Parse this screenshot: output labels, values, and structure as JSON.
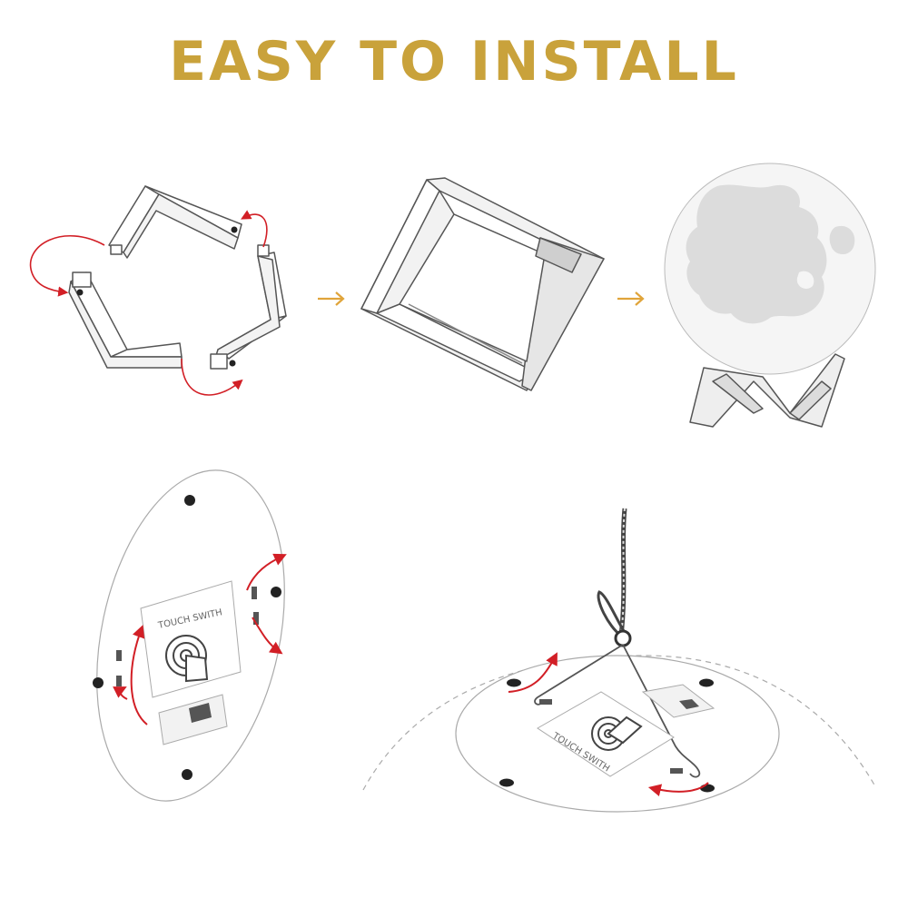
{
  "title": "EASY TO INSTALL",
  "colors": {
    "title": "#c9a23b",
    "arrow_red": "#d21f26",
    "step_arrow": "#e0a43a",
    "outline": "#555555",
    "moon_shade": "#dcdcdc"
  },
  "steps": [
    {
      "name": "assemble-stand-pieces"
    },
    {
      "name": "stand-assembled"
    },
    {
      "name": "moon-on-stand"
    }
  ],
  "base_panel": {
    "switch_label": "TOUCH SWITH"
  },
  "hanging_panel": {
    "switch_label": "TOUCH SWITH"
  }
}
